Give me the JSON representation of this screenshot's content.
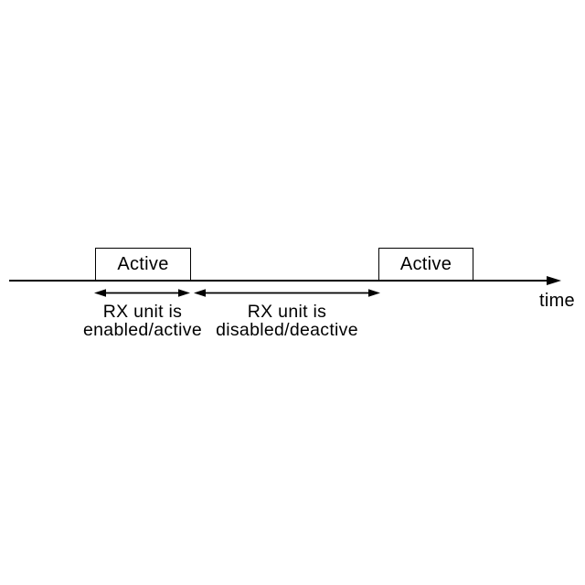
{
  "diagram": {
    "background_color": "#ffffff",
    "stroke_color": "#000000",
    "timeline": {
      "axis_label": "time"
    },
    "pulses": [
      {
        "label": "Active"
      },
      {
        "label": "Active"
      }
    ],
    "intervals": [
      {
        "line1": "RX unit is",
        "line2": "enabled/active"
      },
      {
        "line1": "RX unit is",
        "line2": "disabled/deactive"
      }
    ]
  }
}
